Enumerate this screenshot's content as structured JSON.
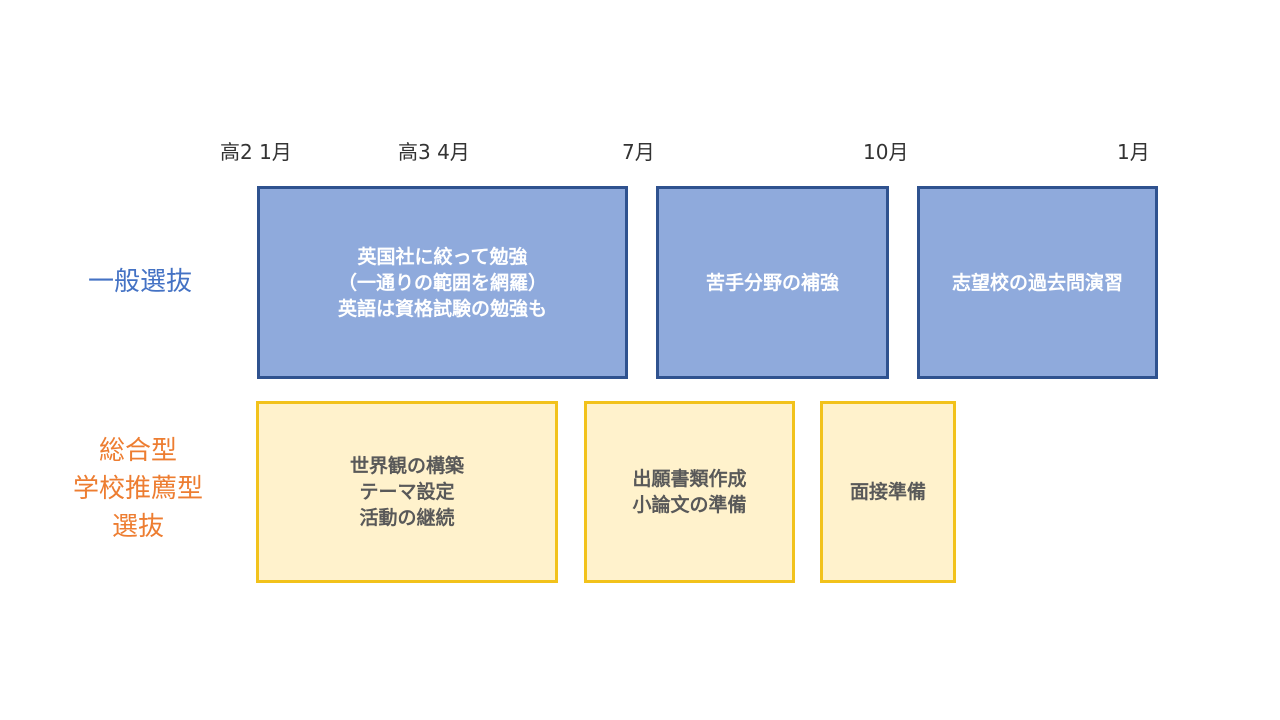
{
  "timeline": [
    "高2  1月",
    "高3  4月",
    "7月",
    "10月",
    "1月"
  ],
  "rows": [
    {
      "label": [
        "一般選抜"
      ],
      "color": "#4472c4",
      "boxes": [
        {
          "lines": [
            "英国社に絞って勉強",
            "（一通りの範囲を網羅）",
            "英語は資格試験の勉強も"
          ]
        },
        {
          "lines": [
            "苦手分野の補強"
          ]
        },
        {
          "lines": [
            "志望校の過去問演習"
          ]
        }
      ]
    },
    {
      "label": [
        "総合型",
        "学校推薦型",
        "選抜"
      ],
      "color": "#ed7d31",
      "boxes": [
        {
          "lines": [
            "世界観の構築",
            "テーマ設定",
            "活動の継続"
          ]
        },
        {
          "lines": [
            "出願書類作成",
            "小論文の準備"
          ]
        },
        {
          "lines": [
            "面接準備"
          ]
        }
      ]
    }
  ]
}
